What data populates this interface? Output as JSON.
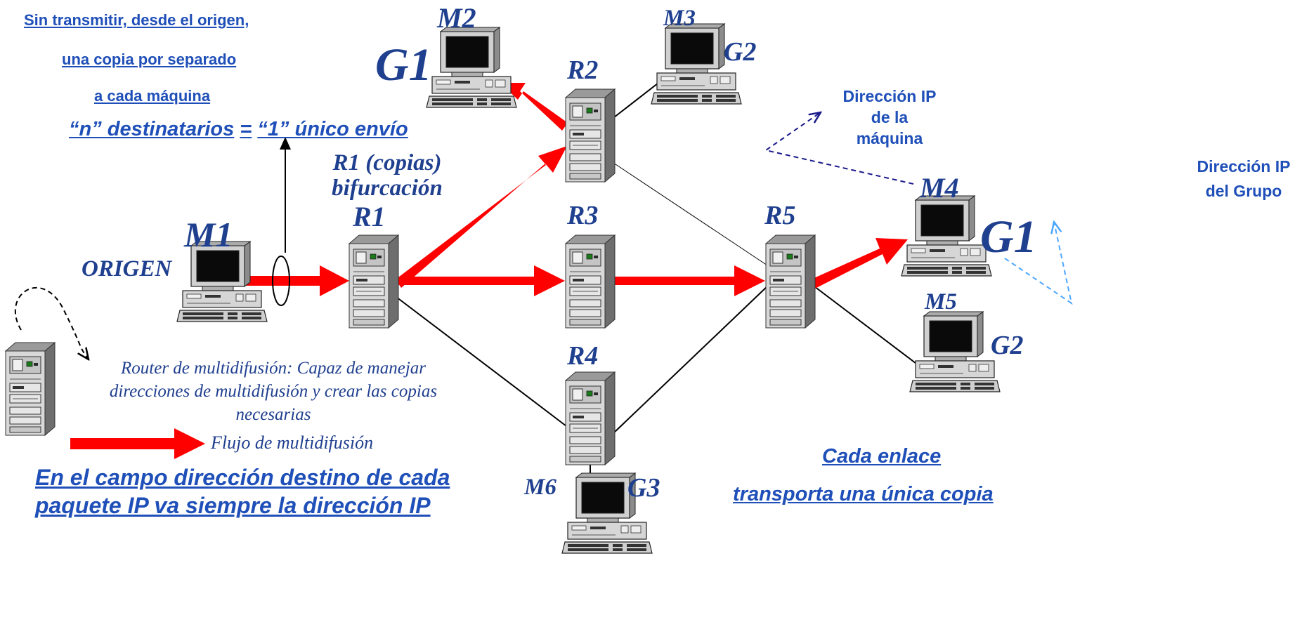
{
  "notes": {
    "line1": "Sin transmitir, desde el origen,",
    "line2": "una copia por separado ",
    "line3": "a cada máquina ",
    "equation": {
      "left": "“n” destinatarios",
      "equals": "=",
      "right": "“1” único envío"
    }
  },
  "hosts": {
    "m1": {
      "label": "M1",
      "role": "ORIGEN"
    },
    "m2": {
      "label": "M2",
      "group": "G1"
    },
    "m3": {
      "label": "M3",
      "group": "G2"
    },
    "m4": {
      "label": "M4",
      "group": "G1"
    },
    "m5": {
      "label": "M5",
      "group": "G2"
    },
    "m6": {
      "label": "M6",
      "group": "G3"
    }
  },
  "routers": {
    "r1": {
      "label": "R1",
      "note_line1": "R1 (copias)",
      "note_line2": "bifurcación"
    },
    "r2": {
      "label": "R2"
    },
    "r3": {
      "label": "R3"
    },
    "r4": {
      "label": "R4"
    },
    "r5": {
      "label": "R5"
    }
  },
  "annotations": {
    "ip_machine": {
      "line1": "Dirección IP",
      "line2": "de la",
      "line3": "máquina"
    },
    "ip_group": {
      "line1": "Dirección IP",
      "line2": "del Grupo"
    }
  },
  "legend": {
    "router_desc_line1": "Router de multidifusión: Capaz de manejar",
    "router_desc_line2": "direcciones de multidifusión y crear las copias",
    "router_desc_line3": "necesarias",
    "flow_label": "Flujo de multidifusión"
  },
  "footer": {
    "left_line1": "En el campo dirección destino de cada",
    "left_line2": "paquete IP  va siempre la dirección IP",
    "right_line1": "Cada enlace ",
    "right_line2": "transporta una única copia"
  },
  "colors": {
    "flow": "#ff0000",
    "text": "#1f4fb8",
    "link": "#000000",
    "dashed_ip": "#1a1a8c",
    "dashed_group": "#4da6ff"
  }
}
